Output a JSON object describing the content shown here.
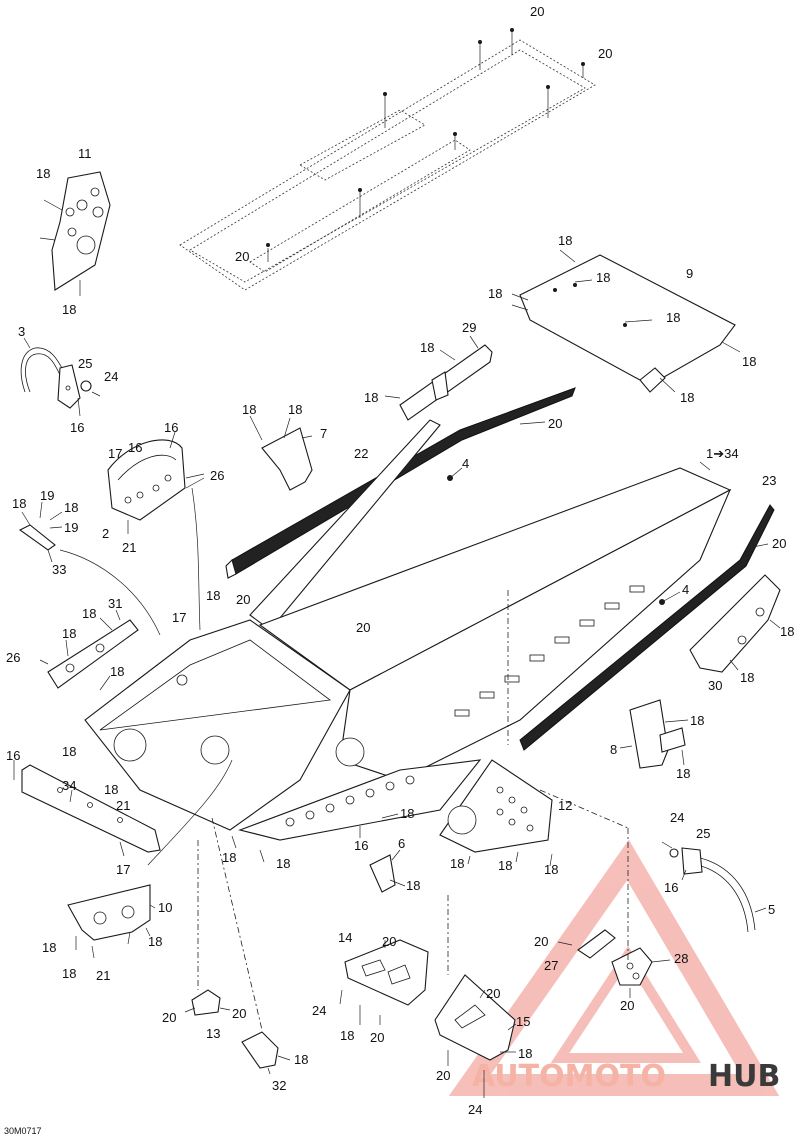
{
  "diagram": {
    "reference_code": "30M0717",
    "watermark": {
      "word_a": "AUTOMOTO",
      "word_b": "HUB",
      "color_a": "#f5b3a5",
      "color_b": "#3a3a3a",
      "triangle_color": "#f08a80"
    },
    "callouts": {
      "c20_top": "20",
      "c20_top2": "20",
      "c20_track": "20",
      "c11": "11",
      "c18_11a": "18",
      "c18_11b": "18",
      "c9": "9",
      "c18_9a": "18",
      "c18_9b": "18",
      "c18_9c": "18",
      "c18_9d": "18",
      "c18_9e": "18",
      "c18_9f": "18",
      "c3": "3",
      "c25_a": "25",
      "c24_a": "24",
      "c16_a": "16",
      "c29": "29",
      "c18_29a": "18",
      "c18_29b": "18",
      "c18_7a": "18",
      "c18_7b": "18",
      "c7": "7",
      "c16_b": "16",
      "c17_b": "17",
      "c16_c": "16",
      "c26_b": "26",
      "c2": "2",
      "c21_b": "21",
      "c22": "22",
      "c20_22": "20",
      "c4_a": "4",
      "c1to34": "1➔34",
      "c23": "23",
      "c20_23": "20",
      "c18_33a": "18",
      "c19_a": "19",
      "c18_33b": "18",
      "c19_b": "19",
      "c33": "33",
      "c18_31": "18",
      "c31": "31",
      "c17_31": "17",
      "c18_31b": "18",
      "c26_31": "26",
      "c18_31c": "18",
      "c20_mid": "20",
      "c20_mid2": "20",
      "c4_b": "4",
      "c18_30a": "18",
      "c30": "30",
      "c18_30b": "18",
      "c18_8a": "18",
      "c8": "8",
      "c18_8b": "18",
      "c16_34": "16",
      "c34": "34",
      "c18_34a": "18",
      "c18_34b": "18",
      "c21_34": "21",
      "c17_34": "17",
      "c18_bot1": "18",
      "c18_bot2": "18",
      "c16_bot": "16",
      "c18_bot3": "18",
      "c12": "12",
      "c18_12a": "18",
      "c18_12b": "18",
      "c18_12c": "18",
      "c6": "6",
      "c18_6": "18",
      "c24_b": "24",
      "c25_b": "25",
      "c16_5": "16",
      "c5": "5",
      "c10": "10",
      "c18_10a": "18",
      "c18_10b": "18",
      "c18_10c": "18",
      "c21_10": "21",
      "c14": "14",
      "c20_14a": "20",
      "c24_14": "24",
      "c18_14": "18",
      "c20_14b": "20",
      "c20_15a": "20",
      "c15": "15",
      "c18_15": "18",
      "c20_15b": "20",
      "c24_15": "24",
      "c20_27": "20",
      "c27": "27",
      "c28": "28",
      "c20_28": "20",
      "c20_13a": "20",
      "c20_13b": "20",
      "c13": "13",
      "c18_32": "18",
      "c32": "32"
    }
  }
}
